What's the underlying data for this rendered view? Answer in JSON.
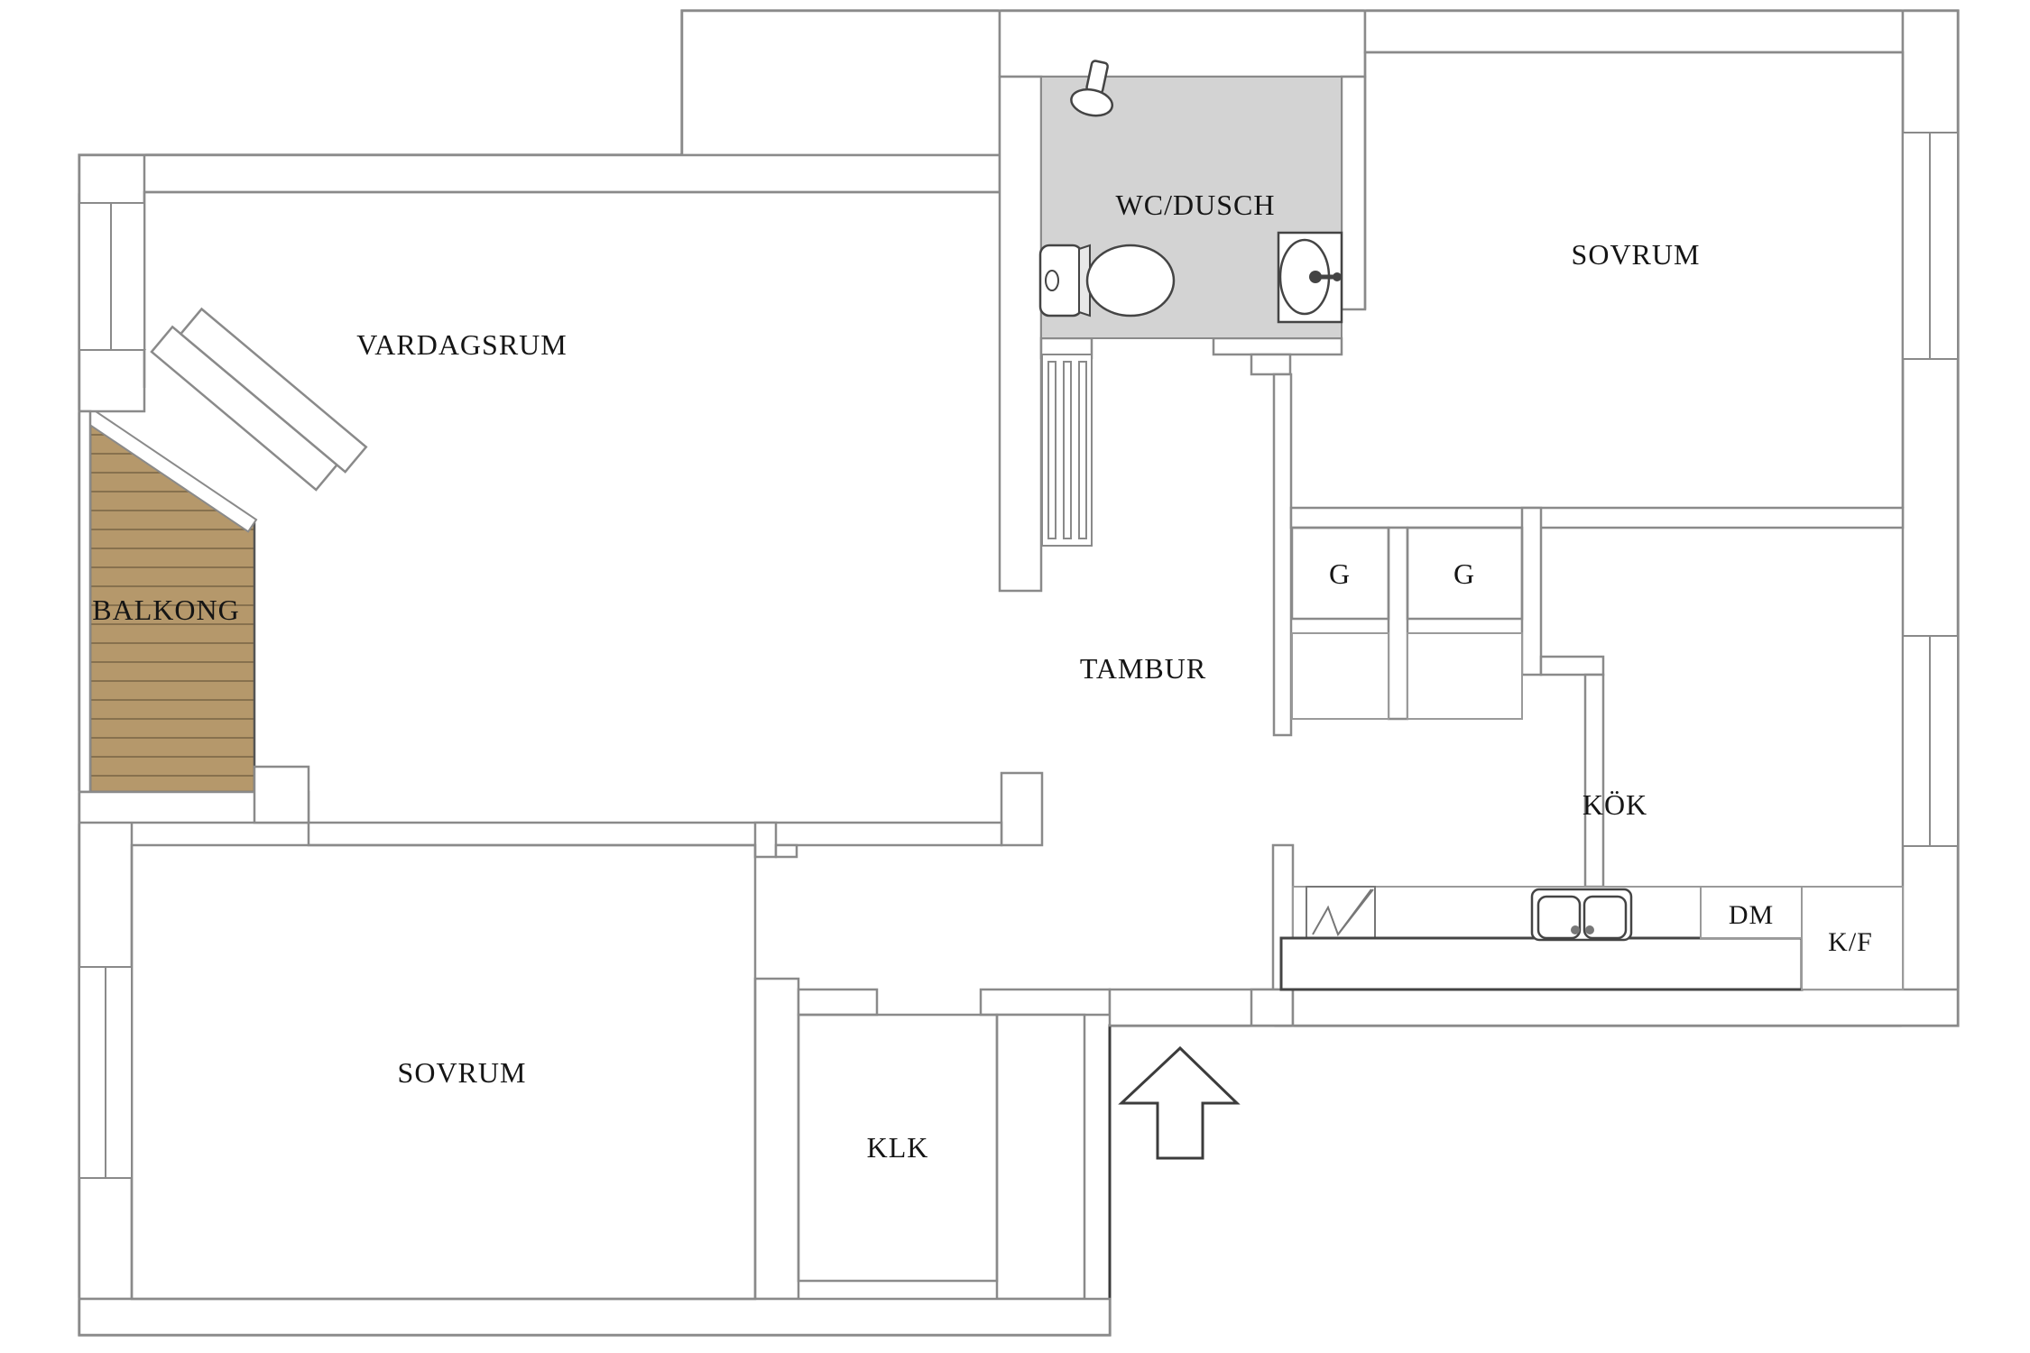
{
  "plan": {
    "type": "apartment-floor-plan",
    "labels": {
      "vardagsrum": "VARDAGSRUM",
      "balkong": "BALKONG",
      "wc_dusch": "WC/DUSCH",
      "sovrum_top": "SOVRUM",
      "tambur": "TAMBUR",
      "garderob_1": "G",
      "garderob_2": "G",
      "kok": "KÖK",
      "klk": "KLK",
      "sovrum_bottom": "SOVRUM",
      "dm": "DM",
      "kf": "K/F"
    },
    "colors": {
      "outer_wall_line": "#3c3c3c",
      "inner_wall_line": "#8a8a8a",
      "fixture_line": "#444444",
      "wet_room_fill": "#d3d3d3",
      "wood_fill": "#b5986b",
      "wood_stripe": "#87714e",
      "text": "#151515",
      "background": "#ffffff"
    }
  }
}
